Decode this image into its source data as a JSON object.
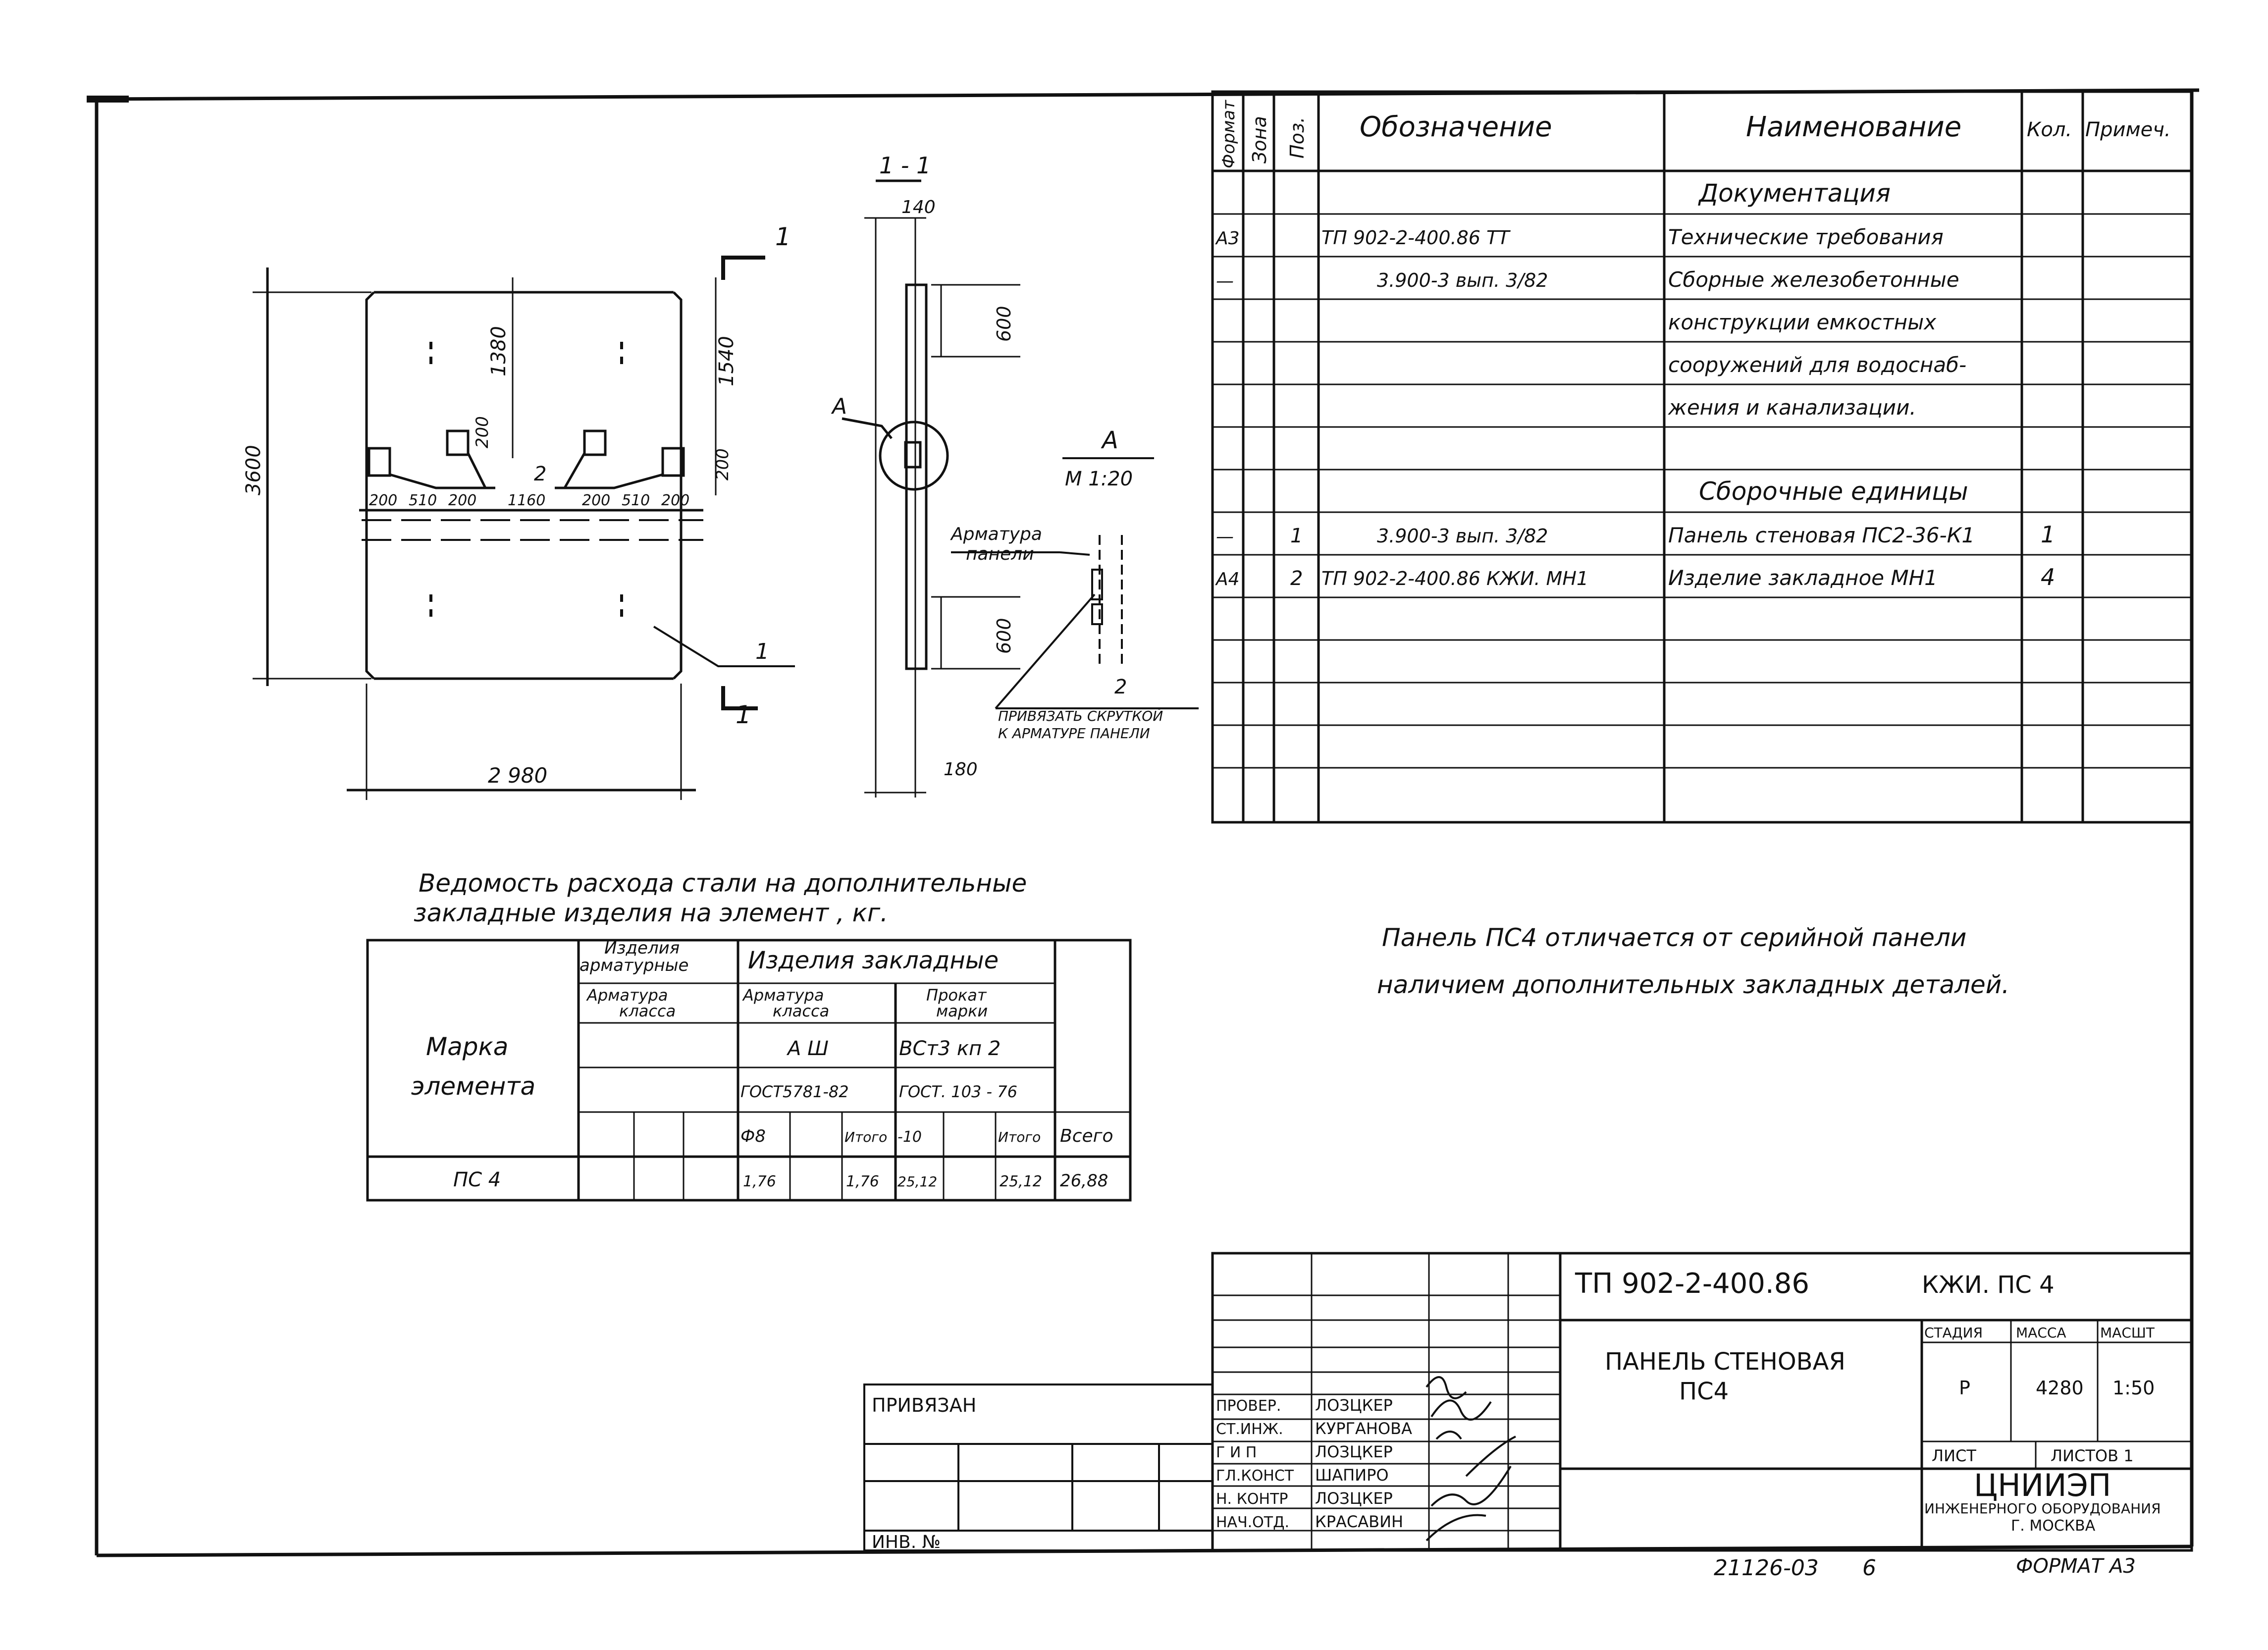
{
  "spec_table": {
    "headers": {
      "format": "Формат",
      "zone": "Зона",
      "pos": "Поз.",
      "designation": "Обозначение",
      "name": "Наименование",
      "qty": "Кол.",
      "note": "Примеч."
    },
    "rows": [
      {
        "format": "",
        "zone": "",
        "pos": "",
        "designation": "",
        "name": "Документация",
        "qty": "",
        "note": ""
      },
      {
        "format": "А3",
        "zone": "",
        "pos": "",
        "designation": "ТП 902-2-400.86    ТТ",
        "name": "Технические требования",
        "qty": "",
        "note": ""
      },
      {
        "format": "—",
        "zone": "",
        "pos": "",
        "designation": "3.900-3  вып. 3/82",
        "name": "Сборные железобетонные",
        "qty": "",
        "note": ""
      },
      {
        "format": "",
        "zone": "",
        "pos": "",
        "designation": "",
        "name": "конструкции емкостных",
        "qty": "",
        "note": ""
      },
      {
        "format": "",
        "zone": "",
        "pos": "",
        "designation": "",
        "name": "сооружений для водоснаб-",
        "qty": "",
        "note": ""
      },
      {
        "format": "",
        "zone": "",
        "pos": "",
        "designation": "",
        "name": "жения и канализации.",
        "qty": "",
        "note": ""
      },
      {
        "format": "",
        "zone": "",
        "pos": "",
        "designation": "",
        "name": "",
        "qty": "",
        "note": ""
      },
      {
        "format": "",
        "zone": "",
        "pos": "",
        "designation": "",
        "name": "Сборочные единицы",
        "qty": "",
        "note": ""
      },
      {
        "format": "—",
        "zone": "",
        "pos": "1",
        "designation": "3.900-3  вып. 3/82",
        "name": "Панель стеновая ПС2-36-К1",
        "qty": "1",
        "note": ""
      },
      {
        "format": "А4",
        "zone": "",
        "pos": "2",
        "designation": "ТП 902-2-400.86 КЖИ. МН1",
        "name": "Изделие закладное МН1",
        "qty": "4",
        "note": ""
      },
      {
        "format": "",
        "zone": "",
        "pos": "",
        "designation": "",
        "name": "",
        "qty": "",
        "note": ""
      },
      {
        "format": "",
        "zone": "",
        "pos": "",
        "designation": "",
        "name": "",
        "qty": "",
        "note": ""
      },
      {
        "format": "",
        "zone": "",
        "pos": "",
        "designation": "",
        "name": "",
        "qty": "",
        "note": ""
      },
      {
        "format": "",
        "zone": "",
        "pos": "",
        "designation": "",
        "name": "",
        "qty": "",
        "note": ""
      },
      {
        "format": "",
        "zone": "",
        "pos": "",
        "designation": "",
        "name": "",
        "qty": "",
        "note": ""
      },
      {
        "format": "",
        "zone": "",
        "pos": "",
        "designation": "",
        "name": "",
        "qty": "",
        "note": ""
      }
    ]
  },
  "panel_drawing": {
    "height_dim": "3600",
    "width_dim": "2 980",
    "dim_1380": "1380",
    "dim_1540": "1540",
    "dim_200a": "200",
    "dim_200b": "200",
    "spacing_labels": [
      "200",
      "510",
      "200",
      "1160",
      "200",
      "510",
      "200"
    ],
    "item_2": "2",
    "item_1": "1",
    "section_mark": "1"
  },
  "section_drawing": {
    "title": "1 - 1",
    "dim_140": "140",
    "dim_600_top": "600",
    "dim_600_bottom": "600",
    "dim_180": "180",
    "callout": "А"
  },
  "detail_drawing": {
    "title": "А",
    "scale": "М 1:20",
    "rebar_label_1": "Арматура",
    "rebar_label_2": "панели",
    "item_2": "2",
    "tie_note_1": "ПРИВЯЗАТЬ СКРУТКОЙ",
    "tie_note_2": "К АРМАТУРЕ ПАНЕЛИ"
  },
  "steel_table": {
    "title_1": "Ведомость расхода стали на дополнительные",
    "title_2": "закладные изделия на элемент , кг.",
    "mark_header_1": "Марка",
    "mark_header_2": "элемента",
    "rebar_items_1": "Изделия",
    "rebar_items_2": "арматурные",
    "embedded_items": "Изделия закладные",
    "rebar_class_1a": "Арматура",
    "rebar_class_1b": "класса",
    "rebar_class_2a": "Арматура",
    "rebar_class_2b": "класса",
    "rolled_1": "Прокат",
    "rolled_2": "марки",
    "class_aiii": "А Ш",
    "grade_vst": "ВСт3 кп 2",
    "gost_5781": "ГОСТ5781-82",
    "gost_103": "ГОСТ. 103 - 76",
    "col_phi8": "Ф8",
    "col_total1": "Итого",
    "col_minus10": "-10",
    "col_total2": "Итого",
    "col_all": "Всего",
    "row_mark": "ПС 4",
    "row_phi8": "1,76",
    "row_total1": "1,76",
    "row_minus10": "25,12",
    "row_total2": "25,12",
    "row_all": "26,88"
  },
  "note": {
    "line_1": "Панель ПС4 отличается от серийной панели",
    "line_2": "наличием дополнительных закладных деталей."
  },
  "title_block": {
    "doc_code": "ТП 902-2-400.86",
    "doc_mark": "КЖИ. ПС 4",
    "item_name_1": "ПАНЕЛЬ СТЕНОВАЯ",
    "item_name_2": "ПС4",
    "stage_header": "СТАДИЯ",
    "mass_header": "МАССА",
    "scale_header": "МАСШТ",
    "stage": "Р",
    "mass": "4280",
    "scale": "1:50",
    "sheet_label": "ЛИСТ",
    "sheets_label": "ЛИСТОВ 1",
    "org_name": "ЦНИИЭП",
    "org_sub": "ИНЖЕНЕРНОГО ОБОРУДОВАНИЯ",
    "org_city": "Г. МОСКВА",
    "bound_label": "ПРИВЯЗАН",
    "inv_label": "ИНВ. №",
    "signatures": [
      {
        "role": "ПРОВЕР.",
        "name": "ЛОЗЦКЕР"
      },
      {
        "role": "СТ.ИНЖ.",
        "name": "КУРГАНОВА"
      },
      {
        "role": "Г И П",
        "name": "ЛОЗЦКЕР"
      },
      {
        "role": "ГЛ.КОНСТ",
        "name": "ШАПИРО"
      },
      {
        "role": "Н. КОНТР",
        "name": "ЛОЗЦКЕР"
      },
      {
        "role": "НАЧ.ОТД.",
        "name": "КРАСАВИН"
      }
    ],
    "archive_no": "21126-03",
    "sheet_no": "6",
    "format": "ФОРМАТ А3"
  }
}
